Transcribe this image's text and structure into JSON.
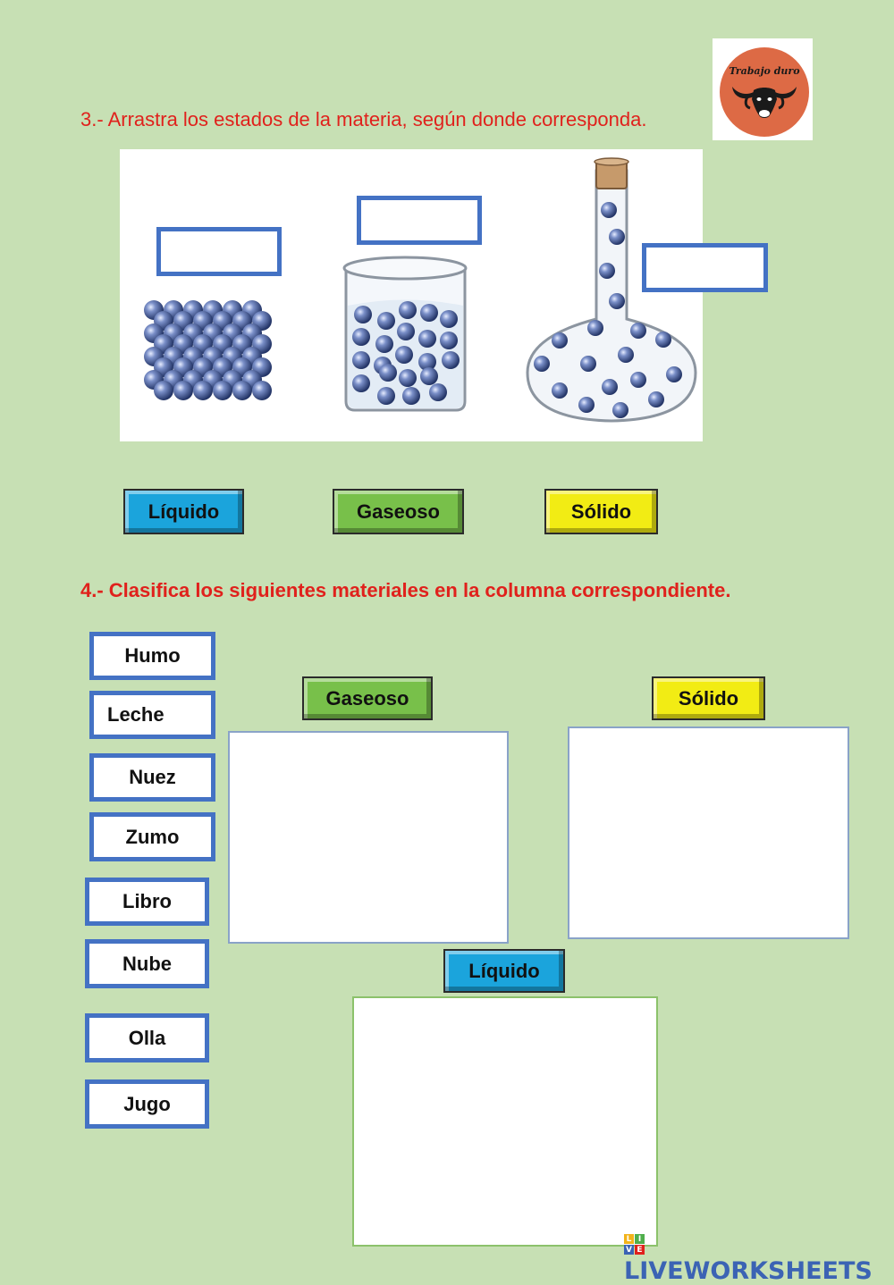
{
  "logo": {
    "text": "Trabajo duro",
    "icon": "buffalo-icon"
  },
  "question3": {
    "prompt": "3.- Arrastra los estados de la materia, según donde corresponda.",
    "illustrations": [
      "solid-particles-icon",
      "beaker-liquid-particles-icon",
      "flask-gas-particles-icon"
    ],
    "options": [
      "Líquido",
      "Gaseoso",
      "Sólido"
    ]
  },
  "question4": {
    "prompt": "4.- Clasifica los siguientes materiales en la columna correspondiente.",
    "words": [
      "Humo",
      "Leche",
      "Nuez",
      "Zumo",
      "Libro",
      "Nube",
      "Olla",
      "Jugo"
    ],
    "columns": {
      "gaseoso": "Gaseoso",
      "solido": "Sólido",
      "liquido": "Líquido"
    }
  },
  "footer": {
    "brand": "LIVEWORKSHEETS",
    "mark_letters": [
      "L",
      "I",
      "V",
      "E"
    ]
  },
  "colors": {
    "background": "#c7e0b4",
    "prompt": "#e0211c",
    "box_border": "#4472c4",
    "liquido": "#1ba4dc",
    "gaseoso": "#78c04a",
    "solido": "#f2ec14",
    "brand": "#3b63b4"
  }
}
